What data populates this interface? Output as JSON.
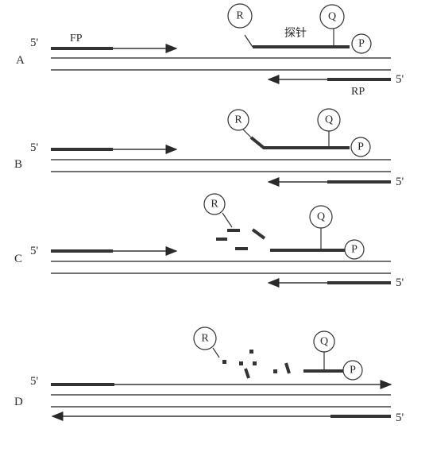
{
  "labels": {
    "five_prime": "5'",
    "fp": "FP",
    "rp": "RP",
    "probe": "探针",
    "reporter": "R",
    "quencher": "Q",
    "phosphate": "P"
  },
  "panels": [
    {
      "id": "A",
      "label": "A"
    },
    {
      "id": "B",
      "label": "B"
    },
    {
      "id": "C",
      "label": "C"
    },
    {
      "id": "D",
      "label": "D"
    }
  ]
}
